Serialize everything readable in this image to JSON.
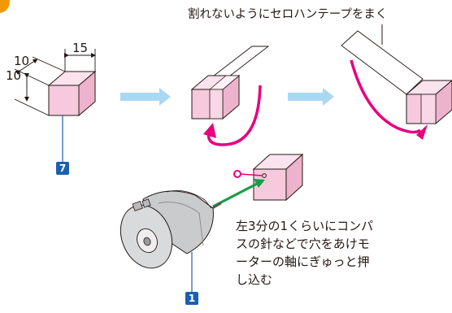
{
  "labels": {
    "dim_15": "15",
    "dim_10_top": "10",
    "dim_10_side": "10",
    "tape_instruction": "割れないようにセロハンテープをまく",
    "motor_instruction": "左3分の1くらいにコンパスの針などで穴をあけモーターの軸にぎゅっと押し込む"
  },
  "badges": {
    "block": "7",
    "motor": "1"
  },
  "colors": {
    "block_face_light": "#fbe3ee",
    "block_face_mid": "#f6c9dc",
    "block_face_dark": "#eeb3cc",
    "rotation_arrow": "#e6007e",
    "step_arrow": "#a9d8f2",
    "insert_arrow": "#1a9b48",
    "badge_fill": "#1d5fae",
    "leader_line": "#1d5fae",
    "line": "#231815",
    "tape_fill": "#ffffff"
  },
  "icons": {
    "step_arrow_1": "right-arrow-icon",
    "step_arrow_2": "right-arrow-icon",
    "rotation_arrow_1": "rotate-arrow-icon",
    "rotation_arrow_2": "rotate-arrow-icon",
    "insert_arrow": "insert-arrow-icon",
    "hole_marker": "hole-marker-icon"
  }
}
